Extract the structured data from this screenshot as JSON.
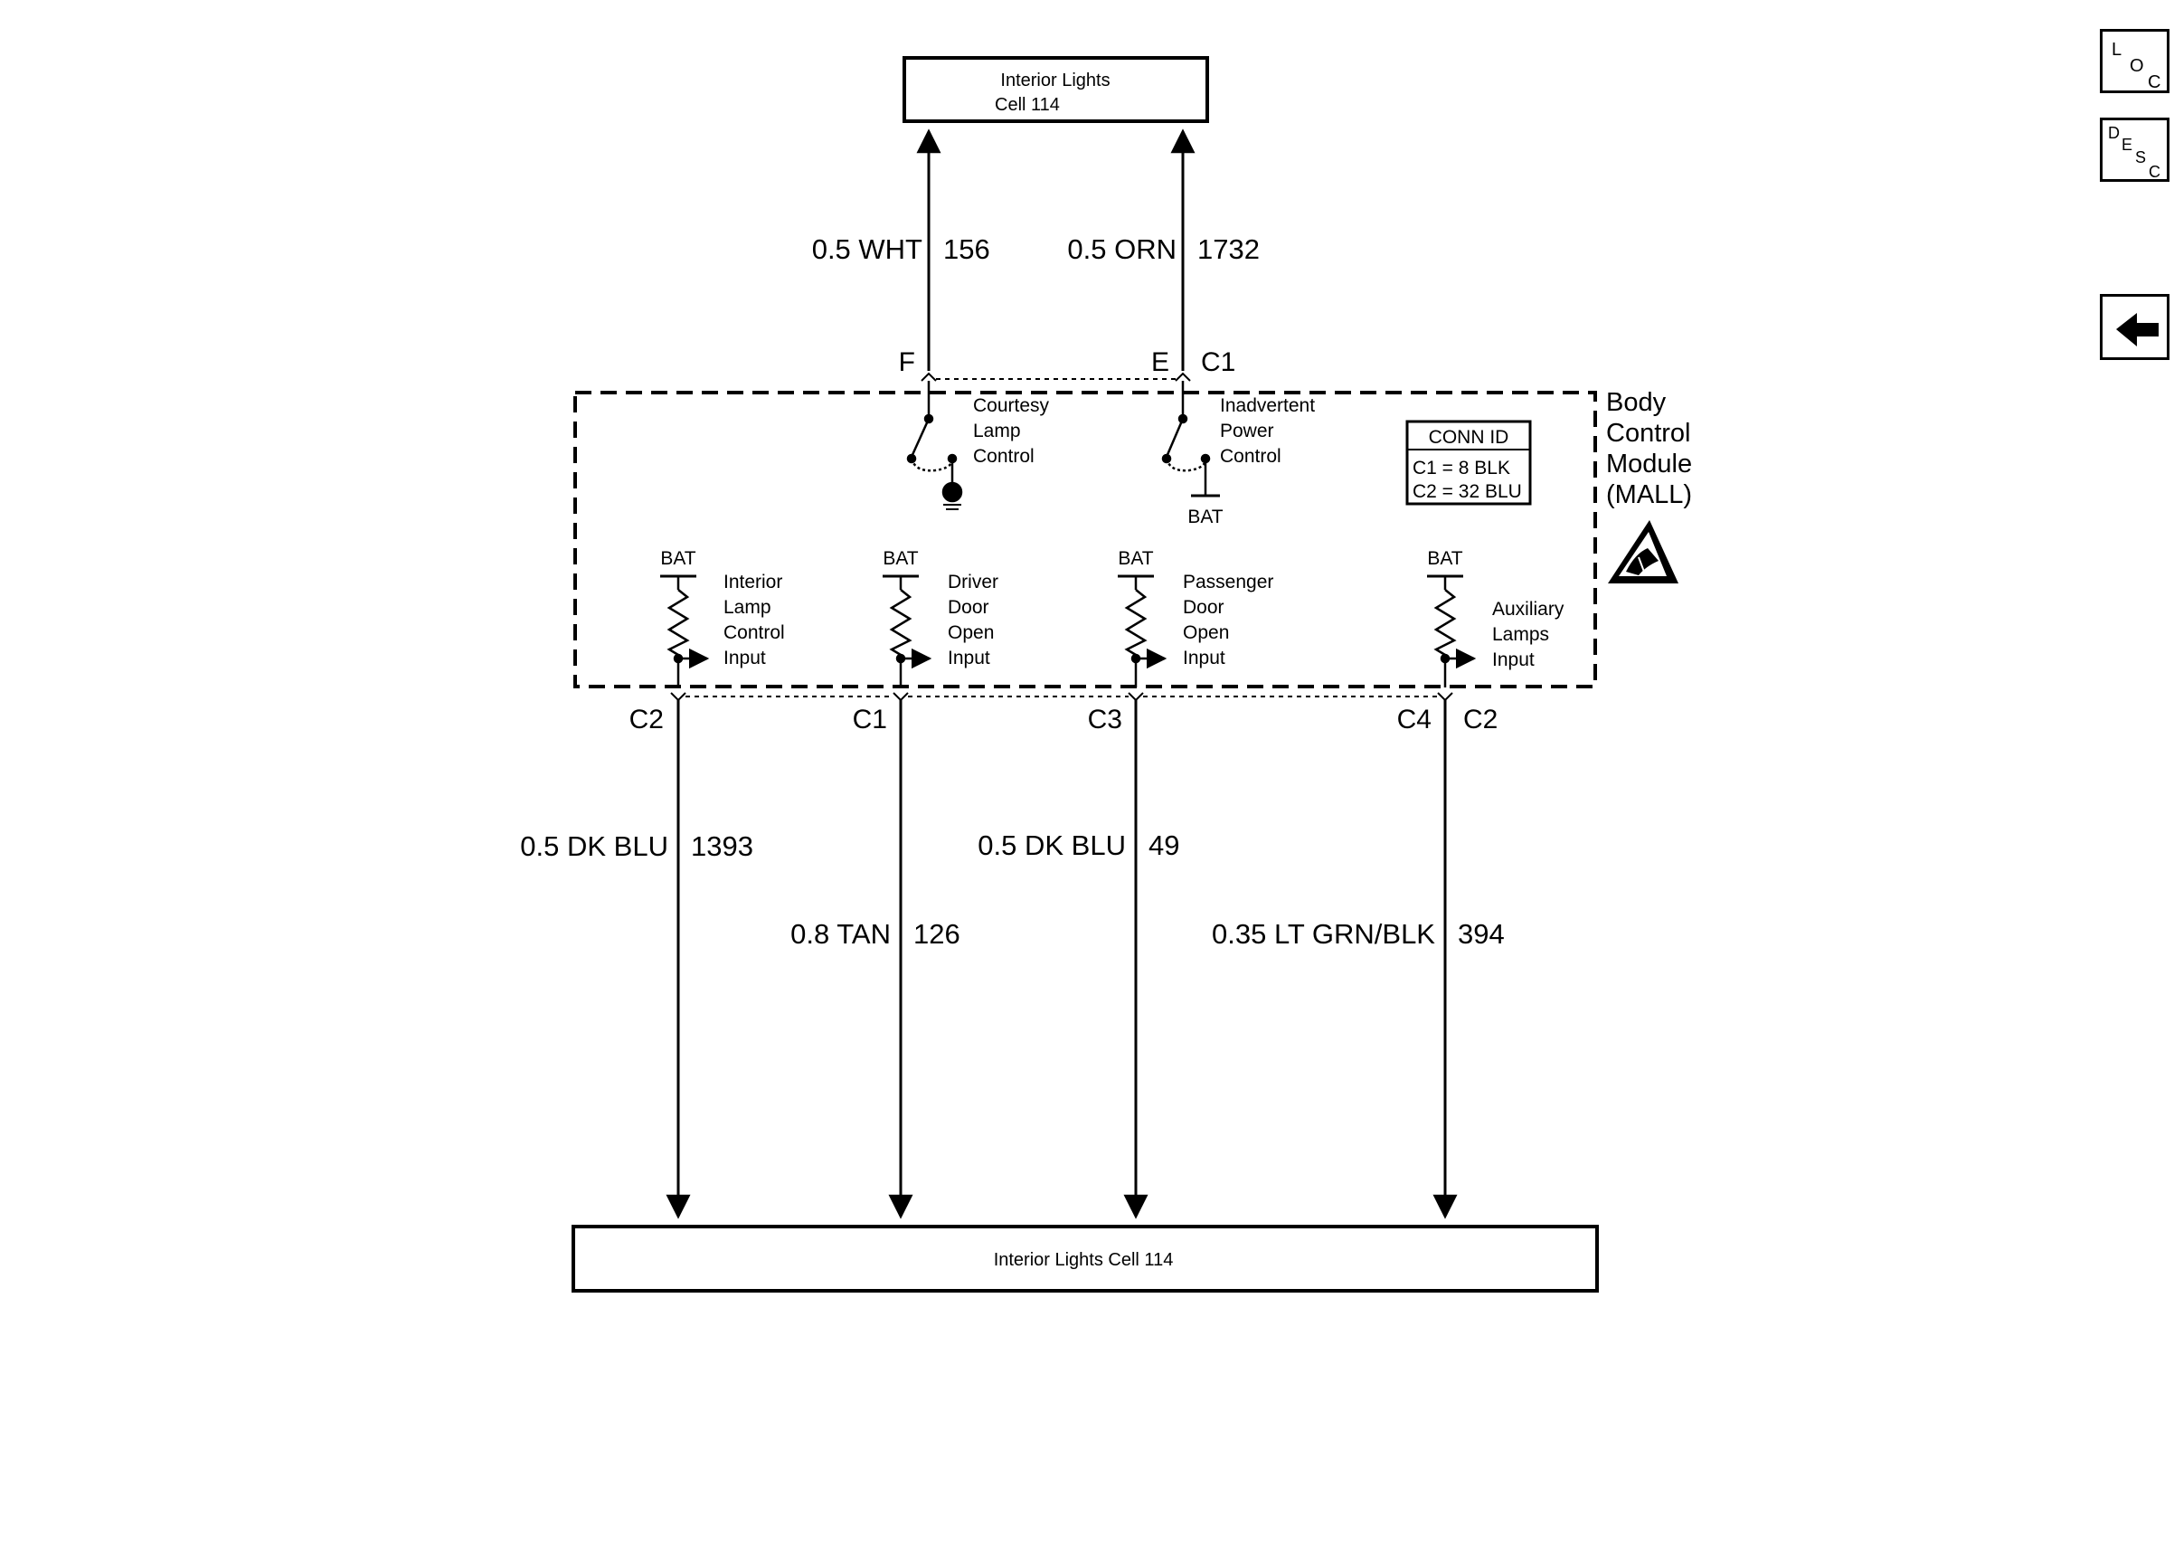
{
  "top_box": {
    "line1": "Interior Lights",
    "line2": "Cell 114"
  },
  "bottom_box": {
    "label": "Interior Lights Cell 114"
  },
  "top_wires": [
    {
      "spec": "0.5 WHT",
      "circuit": "156",
      "pin": "F"
    },
    {
      "spec": "0.5 ORN",
      "circuit": "1732",
      "pin": "E"
    }
  ],
  "top_connector": "C1",
  "switches": [
    {
      "line1": "Courtesy",
      "line2": "Lamp",
      "line3": "Control"
    },
    {
      "line1": "Inadvertent",
      "line2": "Power",
      "line3": "Control",
      "supply": "BAT"
    }
  ],
  "module": {
    "line1": "Body",
    "line2": "Control",
    "line3": "Module",
    "line4": "(MALL)"
  },
  "conn_id": {
    "title": "CONN ID",
    "row1": "C1 = 8 BLK",
    "row2": "C2 = 32 BLU"
  },
  "inputs": [
    {
      "supply": "BAT",
      "line1": "Interior",
      "line2": "Lamp",
      "line3": "Control",
      "line4": "Input"
    },
    {
      "supply": "BAT",
      "line1": "Driver",
      "line2": "Door",
      "line3": "Open",
      "line4": "Input"
    },
    {
      "supply": "BAT",
      "line1": "Passenger",
      "line2": "Door",
      "line3": "Open",
      "line4": "Input"
    },
    {
      "supply": "BAT",
      "line1": "Auxiliary",
      "line2": "Lamps",
      "line3": "Input"
    }
  ],
  "bottom_pins": [
    {
      "pin": "C2"
    },
    {
      "pin": "C1"
    },
    {
      "pin": "C3"
    },
    {
      "pin": "C4"
    }
  ],
  "bottom_connector": "C2",
  "bottom_wires": [
    {
      "spec": "0.5 DK BLU",
      "circuit": "1393"
    },
    {
      "spec": "0.8 TAN",
      "circuit": "126"
    },
    {
      "spec": "0.5 DK BLU",
      "circuit": "49"
    },
    {
      "spec": "0.35 LT GRN/BLK",
      "circuit": "394"
    }
  ],
  "nav": {
    "loc": {
      "a": "L",
      "b": "O",
      "c": "C"
    },
    "desc": {
      "a": "D",
      "b": "E",
      "c": "S",
      "d": "C"
    },
    "back_icon": "left-arrow-icon"
  }
}
